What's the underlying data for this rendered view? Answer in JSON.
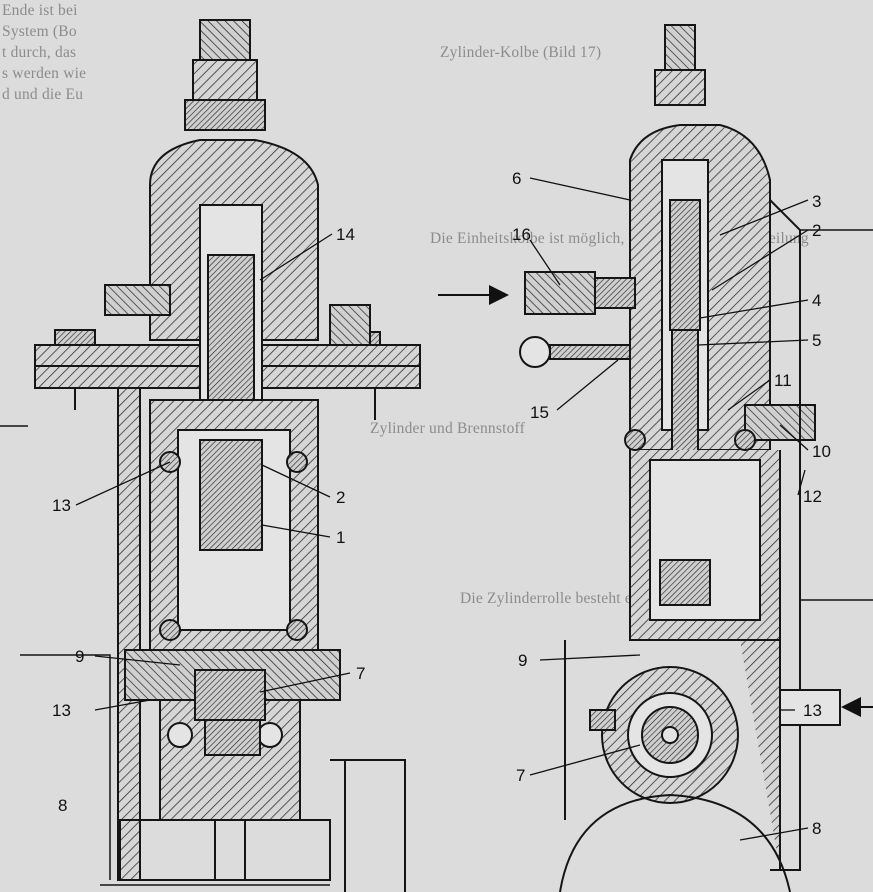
{
  "callouts_left": [
    "14",
    "13",
    "2",
    "1",
    "9",
    "7",
    "13",
    "8"
  ],
  "callouts_right": [
    "6",
    "3",
    "2",
    "16",
    "4",
    "5",
    "11",
    "15",
    "10",
    "12",
    "9",
    "13",
    "7",
    "8"
  ],
  "background_text": {
    "line_a": "Ende ist bei",
    "line_b": "System (Bo",
    "line_c": "t durch, das",
    "line_d": "s werden wie",
    "line_e": "d und die Eu",
    "line_f": "Zylinder-Kolbe (Bild 17)",
    "line_g": "Die Einheitskolbe ist möglich, in gleichmäßiger Aufteilung",
    "line_h": "Zylinder und Brennstoff",
    "line_i": "Die Zylinderrolle besteht eine Einheit bei Mittel"
  },
  "colors": {
    "background": "#dcdcdc",
    "ink": "#151515",
    "hatch": "#2a2a2a",
    "bgtext": "#8c8c8c"
  }
}
